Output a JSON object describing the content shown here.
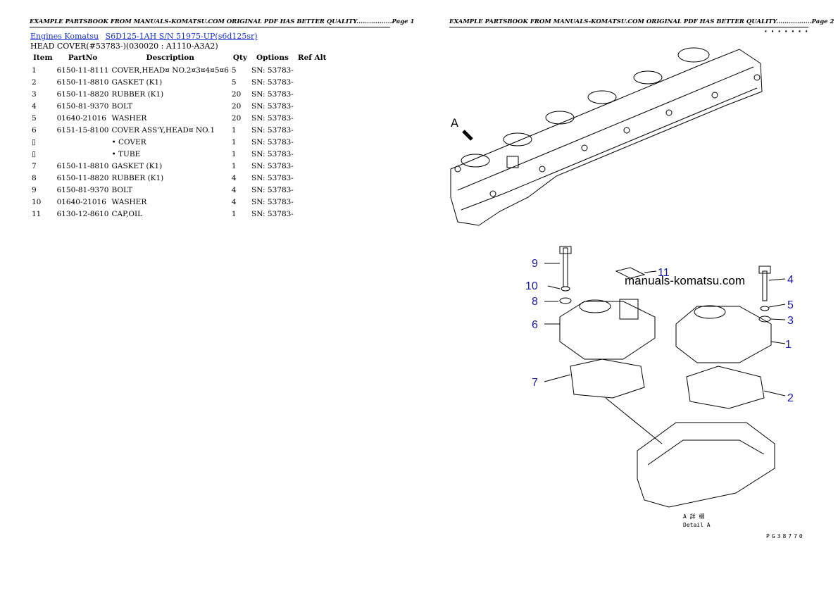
{
  "header_left": "EXAMPLE PARTSBOOK FROM MANUALS-KOMATSU.COM ORIGINAL PDF HAS BETTER QUALITY.................Page 1",
  "header_right": "EXAMPLE PARTSBOOK FROM MANUALS-KOMATSU.COM ORIGINAL PDF HAS BETTER QUALITY.................Page 2",
  "breadcrumb": {
    "link1": "Engines Komatsu",
    "link2": "S6D125-1AH S/N 51975-UP(s6d125sr)"
  },
  "subtitle": "HEAD COVER(#53783-)(030020 : A1110-A3A2)",
  "columns": [
    "Item",
    "PartNo",
    "Description",
    "Qty",
    "Options",
    "Ref Alt"
  ],
  "rows": [
    {
      "item": "1",
      "part": "6150-11-8111",
      "desc": "COVER,HEAD¤ NO.2¤3¤4¤5¤6",
      "qty": "5",
      "opt": "SN: 53783-"
    },
    {
      "item": "2",
      "part": "6150-11-8810",
      "desc": "GASKET (K1)",
      "qty": "5",
      "opt": "SN: 53783-"
    },
    {
      "item": "3",
      "part": "6150-11-8820",
      "desc": "RUBBER (K1)",
      "qty": "20",
      "opt": "SN: 53783-"
    },
    {
      "item": "4",
      "part": "6150-81-9370",
      "desc": "BOLT",
      "qty": "20",
      "opt": "SN: 53783-"
    },
    {
      "item": "5",
      "part": "01640-21016",
      "desc": "WASHER",
      "qty": "20",
      "opt": "SN: 53783-"
    },
    {
      "item": "6",
      "part": "6151-15-8100",
      "desc": "COVER ASS'Y,HEAD¤ NO.1",
      "qty": "1",
      "opt": "SN: 53783-"
    },
    {
      "item": "",
      "part": "",
      "desc": "• COVER",
      "qty": "1",
      "opt": "SN: 53783-"
    },
    {
      "item": "",
      "part": "",
      "desc": "• TUBE",
      "qty": "1",
      "opt": "SN: 53783-"
    },
    {
      "item": "7",
      "part": "6150-11-8810",
      "desc": "GASKET (K1)",
      "qty": "1",
      "opt": "SN: 53783-"
    },
    {
      "item": "8",
      "part": "6150-11-8820",
      "desc": "RUBBER (K1)",
      "qty": "4",
      "opt": "SN: 53783-"
    },
    {
      "item": "9",
      "part": "6150-81-9370",
      "desc": "BOLT",
      "qty": "4",
      "opt": "SN: 53783-"
    },
    {
      "item": "10",
      "part": "01640-21016",
      "desc": "WASHER",
      "qty": "4",
      "opt": "SN: 53783-"
    },
    {
      "item": "11",
      "part": "6130-12-8610",
      "desc": "CAP,OIL",
      "qty": "1",
      "opt": "SN: 53783-"
    }
  ],
  "figure": {
    "view_label": "A",
    "watermark": "manuals-komatsu.com",
    "callouts": [
      "9",
      "10",
      "8",
      "6",
      "7",
      "11",
      "4",
      "5",
      "3",
      "1",
      "2"
    ],
    "detail_jp": "A 詳 細",
    "detail_en": "Detail A",
    "fig_code": "PG38770"
  }
}
